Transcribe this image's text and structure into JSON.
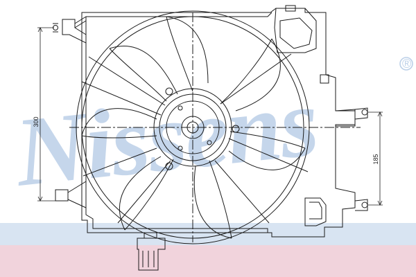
{
  "watermark": {
    "brand_text": "Nissens",
    "registered_mark": "®",
    "color": "#bcd0e8",
    "band_color": "#d8e4f2",
    "bottom_band_color": "#f1d3dc"
  },
  "dimensions": {
    "height_label": "300",
    "mount_spacing_label": "185"
  },
  "line_color": "#1a1a1a"
}
